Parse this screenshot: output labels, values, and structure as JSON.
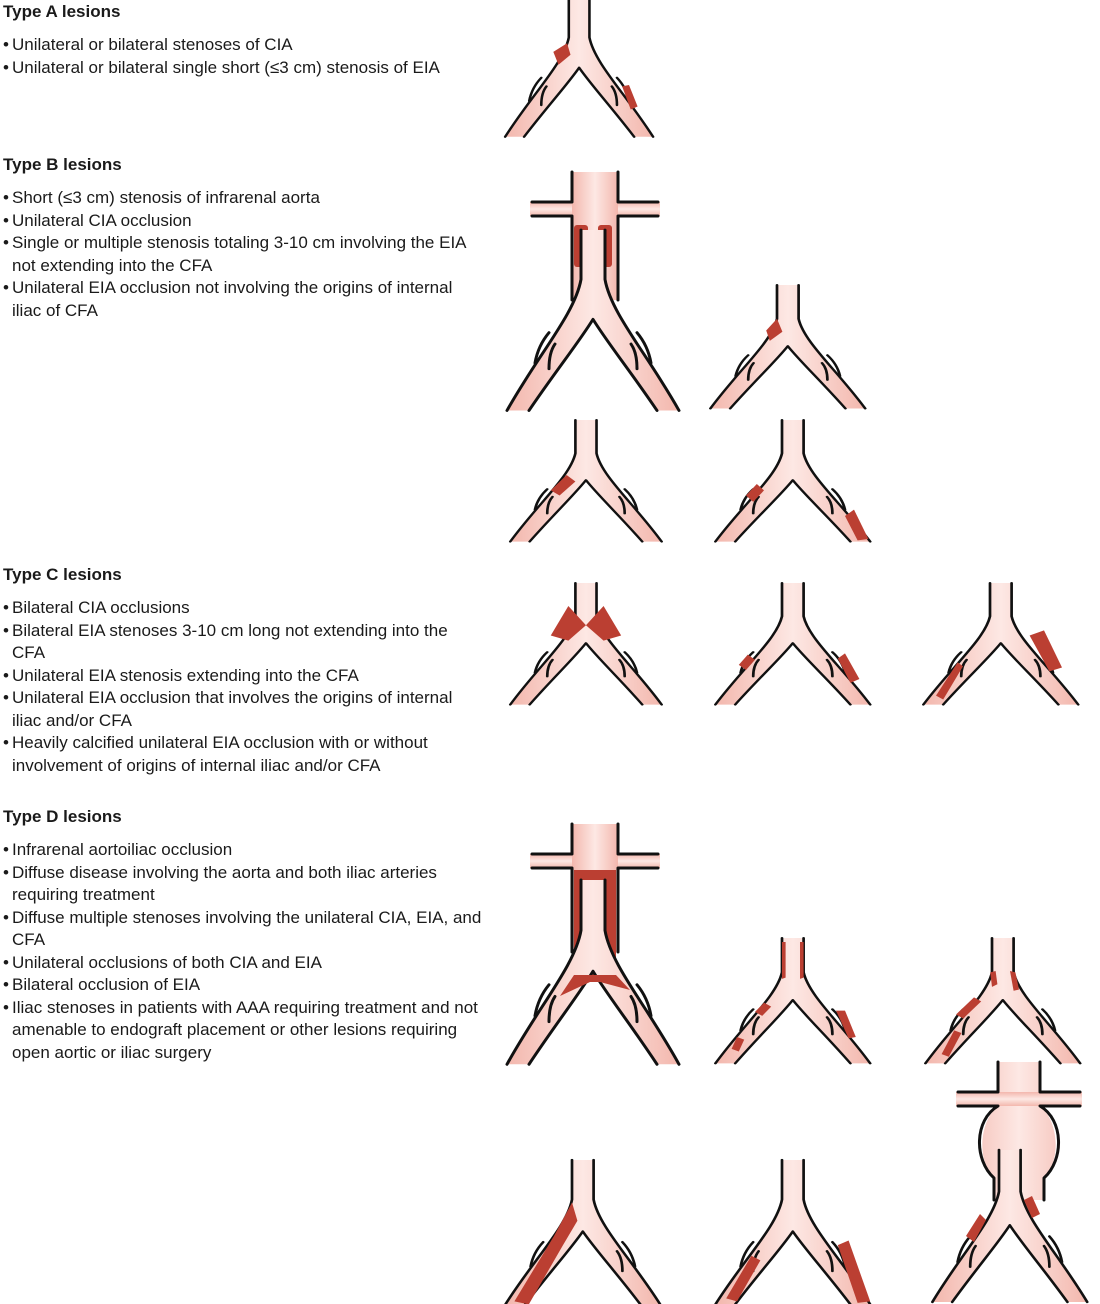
{
  "sections": [
    {
      "heading": "Type A lesions",
      "items": [
        "Unilateral or bilateral stenoses of CIA",
        "Unilateral or bilateral single short (≤3 cm) stenosis of EIA"
      ]
    },
    {
      "heading": "Type B lesions",
      "items": [
        "Short (≤3 cm) stenosis of infrarenal aorta",
        "Unilateral CIA occlusion",
        "Single or multiple stenosis totaling 3-10 cm involving the EIA not extending into the CFA",
        "Unilateral EIA occlusion not involving the origins of internal iliac of CFA"
      ]
    },
    {
      "heading": "Type C lesions",
      "items": [
        "Bilateral CIA occlusions",
        "Bilateral EIA stenoses 3-10 cm long not extending into the CFA",
        "Unilateral EIA stenosis extending into the CFA",
        "Unilateral EIA occlusion that involves the origins of internal iliac and/or CFA",
        "Heavily calcified unilateral EIA occlusion with or without involvement of origins of internal iliac and/or CFA"
      ]
    },
    {
      "heading": "Type D lesions",
      "items": [
        "Infrarenal aortoiliac occlusion",
        "Diffuse disease involving the aorta and both iliac arteries requiring treatment",
        "Diffuse multiple stenoses involving the unilateral CIA, EIA, and CFA",
        "Unilateral occlusions of both CIA and EIA",
        "Bilateral occlusion of EIA",
        "Iliac stenoses in patients with AAA requiring treatment and not amenable to endograft placement or other lesions requiring open aortic or iliac surgery"
      ]
    }
  ],
  "colors": {
    "vessel_light": "#fde8e4",
    "vessel_mid": "#f3b7ad",
    "lesion": "#bb3f32",
    "outline": "#111111"
  }
}
